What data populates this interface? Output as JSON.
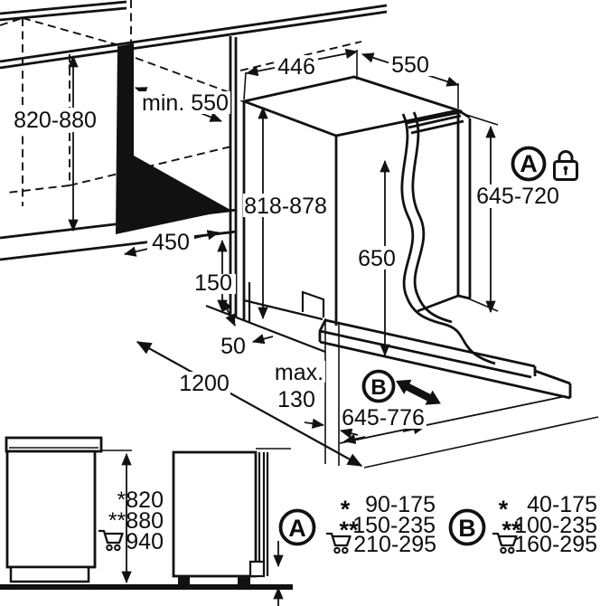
{
  "diagram": {
    "niche": {
      "height": "820-880",
      "min_depth": "min. 550",
      "width": "450"
    },
    "appliance": {
      "width": "446",
      "depth": "550",
      "height": "818-878",
      "panel_height": "650",
      "door_range": "645-720"
    },
    "markers": {
      "a": "A",
      "b": "B"
    },
    "floor": {
      "plinth_height": "150",
      "plinth_gap": "50",
      "clearance": "1200",
      "max_label": "max.",
      "max_value": "130",
      "door_travel": "645-776"
    },
    "side_view": {
      "height_star": "*820",
      "height_double_star": "**880",
      "height_cart": "940"
    },
    "legend": {
      "a": {
        "label": "A",
        "star_symbol": "*",
        "star_value": "90-175",
        "double_star_symbol": "**",
        "double_star_value": "150-235",
        "cart_value": "210-295"
      },
      "b": {
        "label": "B",
        "star_symbol": "*",
        "star_value": "40-175",
        "double_star_symbol": "**",
        "double_star_value": "100-235",
        "cart_value": "160-295"
      }
    }
  }
}
